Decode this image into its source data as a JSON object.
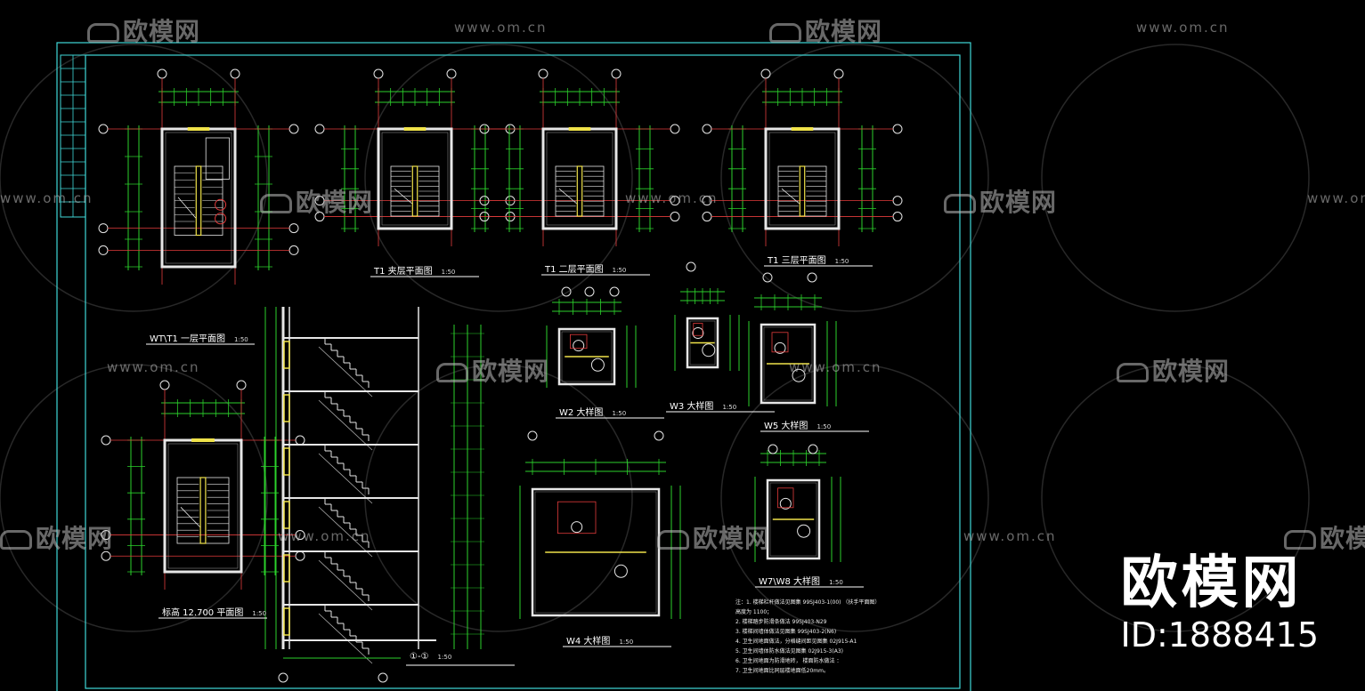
{
  "watermark": {
    "logo_text": "欧模网",
    "url_text": "www.om.cn"
  },
  "brand": {
    "title": "欧模网",
    "id_text": "ID:1888415"
  },
  "drawings": [
    {
      "name": "floor-plan-1",
      "title": "WT\\T1  一层平面图",
      "scale": "1:50"
    },
    {
      "name": "floor-plan-2",
      "title": "T1  夹层平面图",
      "scale": "1:50"
    },
    {
      "name": "floor-plan-3",
      "title": "T1  二层平面图",
      "scale": "1:50"
    },
    {
      "name": "floor-plan-4",
      "title": "T1  三层平面图",
      "scale": "1:50"
    },
    {
      "name": "roof-plan",
      "title": "标高 12.700  平面图",
      "scale": "1:50"
    },
    {
      "name": "section",
      "title": "①-①",
      "scale": "1:50"
    },
    {
      "name": "detail-w2",
      "title": "W2  大样图",
      "scale": "1:50"
    },
    {
      "name": "detail-w3",
      "title": "W3  大样图",
      "scale": "1:50"
    },
    {
      "name": "detail-w5",
      "title": "W5  大样图",
      "scale": "1:50"
    },
    {
      "name": "detail-w4",
      "title": "W4  大样图",
      "scale": "1:50"
    },
    {
      "name": "detail-w7",
      "title": "W7\\W8  大样图",
      "scale": "1:50"
    }
  ],
  "notes": [
    "注：1. 楼梯栏杆做法见图集   99SJ403-1(00)   （扶手平面图）",
    "   高度为 1100；",
    "2. 楼梯踏步防滑条做法   99SJ403-N29",
    "3. 楼梯间墙体做法见图集   99SJ403-2(N6)",
    "4. 卫生间地面做法，分格缝间距见图集   02J915-A1",
    "5. 卫生间墙体防水做法见图集   02J915-3(A3)",
    "6. 卫生间地面为防滑地砖，    楼面防水做法   ：",
    "7. 卫生间地面比同层楼地面低20mm。"
  ],
  "colors": {
    "background": "#000000",
    "frame": "#3fd9d9",
    "dim": "#2bd12b",
    "wall": "#e6e6e6",
    "axis": "#e23b3b",
    "stair": "#f0e34a"
  }
}
